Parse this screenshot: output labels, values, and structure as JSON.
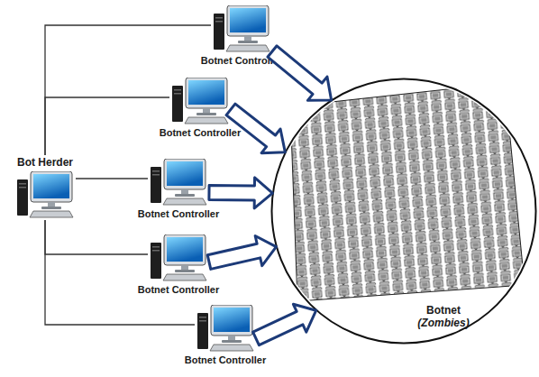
{
  "diagram": {
    "nodes": [
      {
        "text": [
          "Bot Herder"
        ]
      },
      {
        "text": [
          "Botnet Controller"
        ]
      },
      {
        "text": [
          "Botnet Controller"
        ]
      },
      {
        "text": [
          "Botnet Controller"
        ]
      },
      {
        "text": [
          "Botnet Controller"
        ]
      },
      {
        "text": [
          "Botnet Controller"
        ]
      },
      {
        "text": [
          "Botnet",
          "(Zombies)"
        ]
      }
    ],
    "edges": [
      {
        "from": 0,
        "to": 1,
        "arrow": "none"
      },
      {
        "from": 0,
        "to": 2,
        "arrow": "none"
      },
      {
        "from": 0,
        "to": 3,
        "arrow": "none"
      },
      {
        "from": 0,
        "to": 4,
        "arrow": "none"
      },
      {
        "from": 0,
        "to": 5,
        "arrow": "none"
      },
      {
        "from": 1,
        "to": 6,
        "arrow": "to"
      },
      {
        "from": 2,
        "to": 6,
        "arrow": "to"
      },
      {
        "from": 3,
        "to": 6,
        "arrow": "to"
      },
      {
        "from": 4,
        "to": 6,
        "arrow": "to"
      },
      {
        "from": 5,
        "to": 6,
        "arrow": "to"
      }
    ]
  }
}
